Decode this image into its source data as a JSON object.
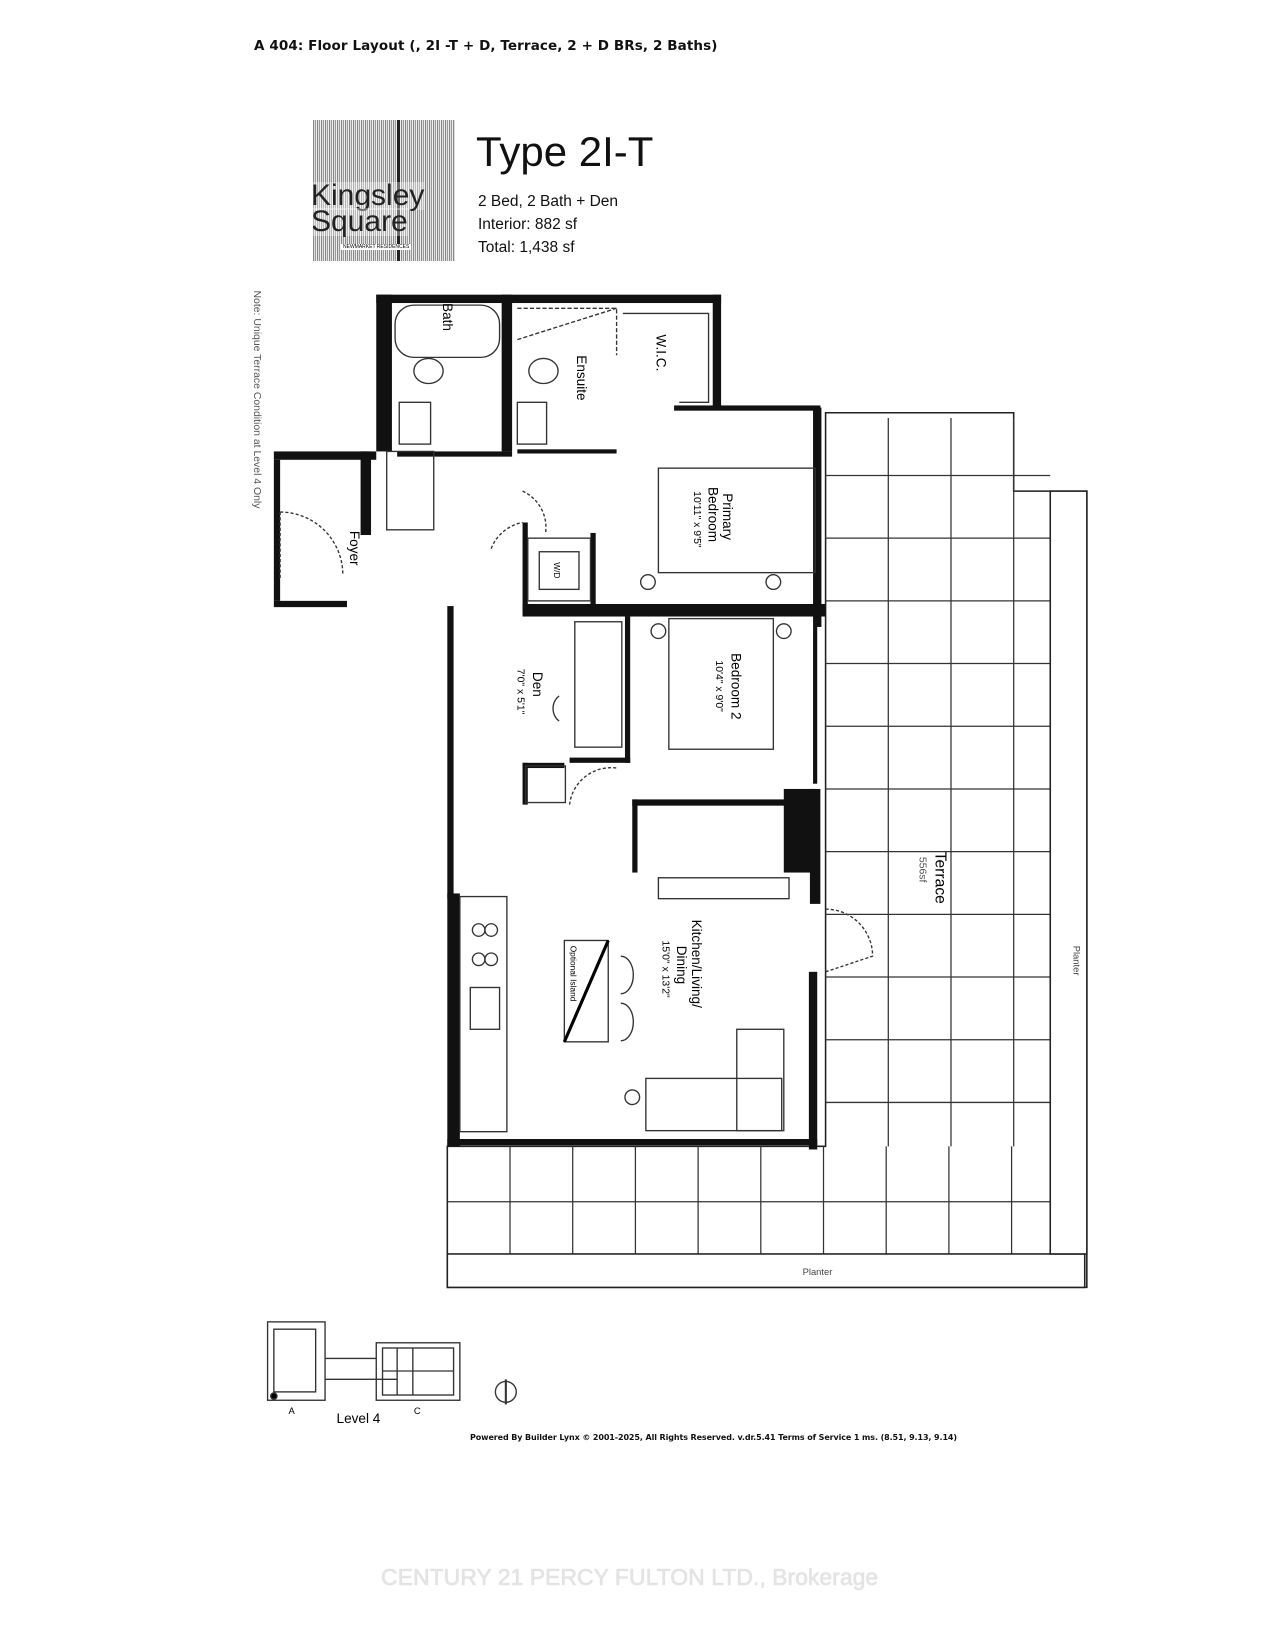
{
  "header": {
    "title": "A 404: Floor Layout (, 2I -T + D, Terrace, 2 + D BRs, 2 Baths)"
  },
  "logo": {
    "line1": "Kingsley",
    "line2": "Square",
    "tagline": "NEWMARKET RESIDENCES"
  },
  "unit": {
    "type": "Type 2I-T",
    "beds_baths": "2 Bed, 2 Bath + Den",
    "interior": "Interior: 882 sf",
    "total": "Total: 1,438 sf"
  },
  "note": "Note: Unique Terrace Condition at Level 4 Only",
  "rooms": {
    "bath": "Bath",
    "ensuite": "Ensuite",
    "wic": "W.I.C.",
    "foyer": "Foyer",
    "primary_name": "Primary",
    "primary_name2": "Bedroom",
    "primary_dim": "10'11\" x 9'5\"",
    "bedroom2_name": "Bedroom 2",
    "bedroom2_dim": "10'4\" x 9'0\"",
    "den_name": "Den",
    "den_dim": "7'0\" x 5'1\"",
    "kitchen_name": "Kitchen/Living/",
    "kitchen_name2": "Dining",
    "kitchen_dim": "15'0\" x 13'2\"",
    "optional_island": "Optional Island",
    "washer_dryer": "W/D",
    "terrace_name": "Terrace",
    "terrace_area": "556sf",
    "planter_bottom": "Planter",
    "planter_right": "Planter"
  },
  "keyplan": {
    "level": "Level 4",
    "building_a": "A",
    "building_c": "C"
  },
  "footer": "Powered By Builder Lynx © 2001-2025, All Rights Reserved.  v.dr.5.41 Terms of Service  1 ms. (8.51, 9.13, 9.14)",
  "watermark": "CENTURY 21 PERCY FULTON LTD., Brokerage"
}
